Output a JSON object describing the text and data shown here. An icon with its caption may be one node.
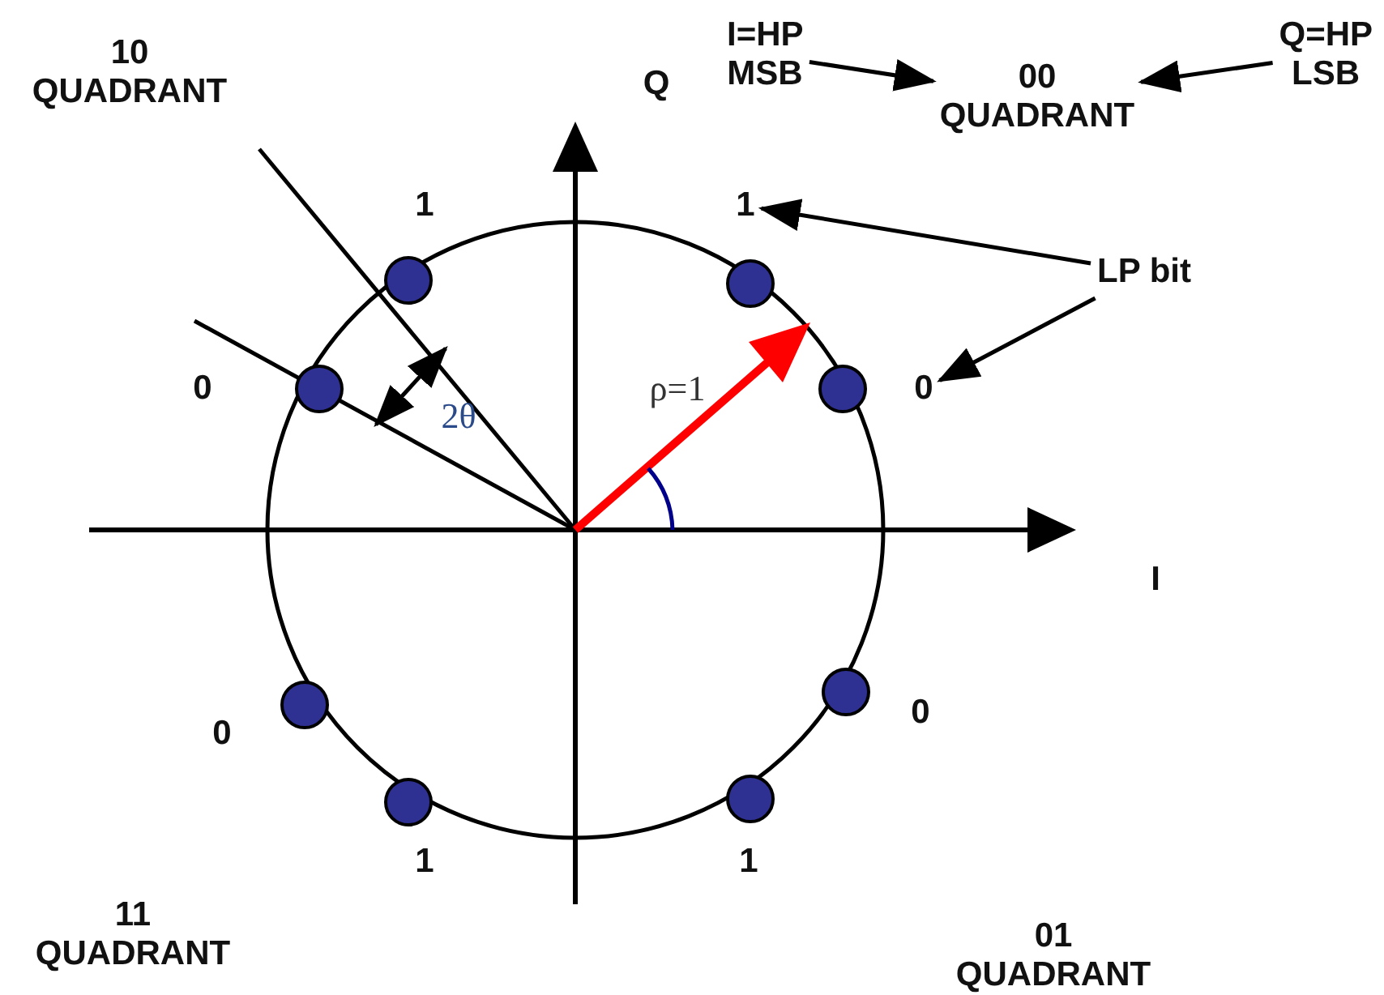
{
  "diagram": {
    "nodes": [
      {
        "text": [
          "I=HP MSB"
        ]
      },
      {
        "text": [
          "00 QUADRANT"
        ]
      },
      {
        "text": [
          "Q=HP LSB"
        ]
      },
      {
        "text": [
          "1"
        ]
      },
      {
        "text": [
          "LP bit"
        ]
      },
      {
        "text": [
          "0"
        ]
      }
    ],
    "edges": [
      {
        "from": 0,
        "to": 1,
        "arrow": "to"
      },
      {
        "from": 2,
        "to": 1,
        "arrow": "to"
      },
      {
        "from": 4,
        "to": 3,
        "arrow": "to"
      },
      {
        "from": 4,
        "to": 5,
        "arrow": "to"
      }
    ],
    "labels": [
      "10 QUADRANT",
      "Q",
      "1",
      "0",
      "2θ",
      "ρ=1",
      "I",
      "0",
      "0",
      "1",
      "1",
      "11 QUADRANT",
      "01 QUADRANT"
    ]
  }
}
